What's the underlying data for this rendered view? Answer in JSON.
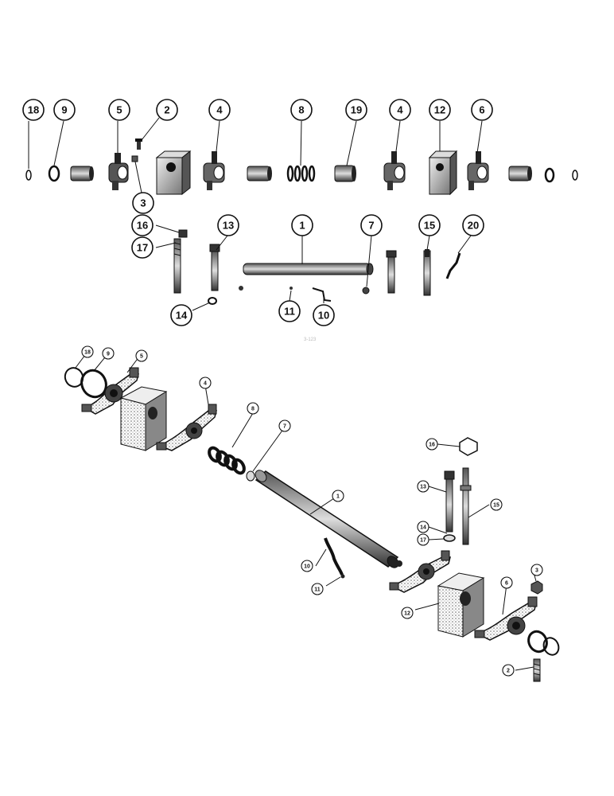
{
  "diagram": {
    "callouts_top": [
      "18",
      "9",
      "5",
      "2",
      "4",
      "8",
      "19",
      "4",
      "12",
      "6",
      "3",
      "16",
      "17",
      "13",
      "1",
      "7",
      "15",
      "20",
      "14",
      "11",
      "10"
    ],
    "callouts_bottom": [
      "18",
      "9",
      "5",
      "4",
      "8",
      "7",
      "1",
      "16",
      "13",
      "15",
      "14",
      "17",
      "10",
      "11",
      "3",
      "12",
      "6",
      "2"
    ],
    "figure_code": "3-123"
  }
}
